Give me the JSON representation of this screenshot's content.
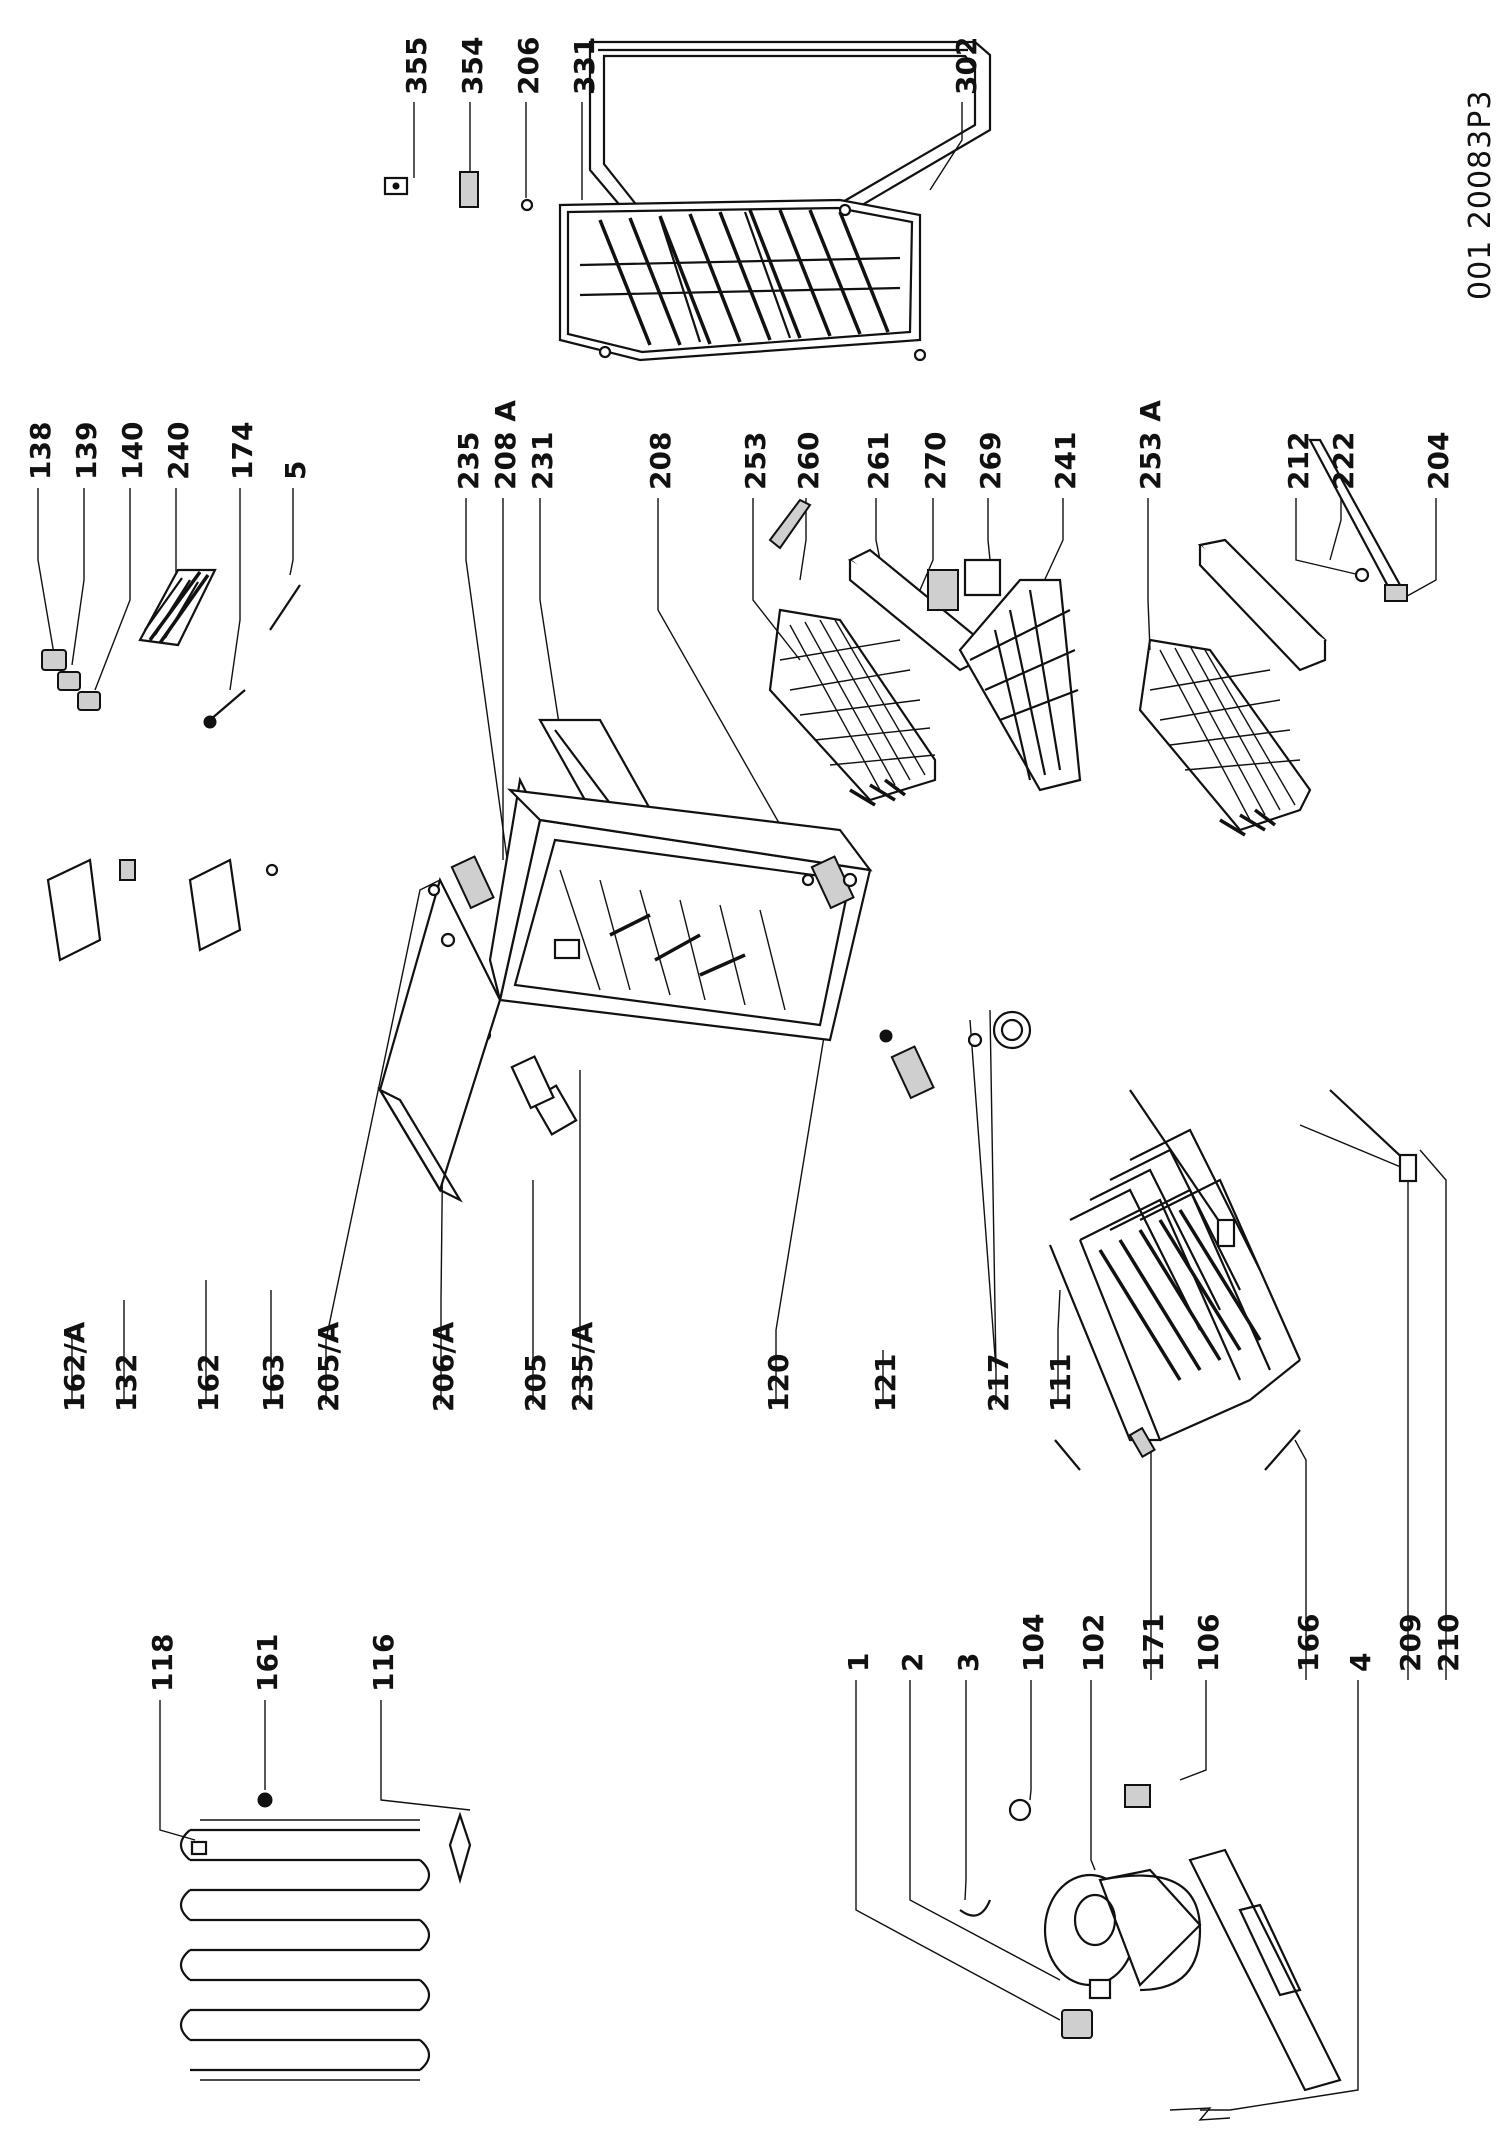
{
  "drawing_code": "001 20083P3",
  "part_labels": [
    "355",
    "354",
    "206",
    "331",
    "302",
    "138",
    "139",
    "140",
    "240",
    "174",
    "5",
    "235",
    "208 A",
    "231",
    "208",
    "253",
    "260",
    "261",
    "270",
    "269",
    "241",
    "253 A",
    "212",
    "222",
    "204",
    "162/A",
    "132",
    "162",
    "163",
    "205/A",
    "206/A",
    "205",
    "235/A",
    "120",
    "121",
    "217",
    "111",
    "118",
    "161",
    "116",
    "1",
    "2",
    "3",
    "104",
    "102",
    "171",
    "106",
    "166",
    "4",
    "209",
    "210"
  ]
}
